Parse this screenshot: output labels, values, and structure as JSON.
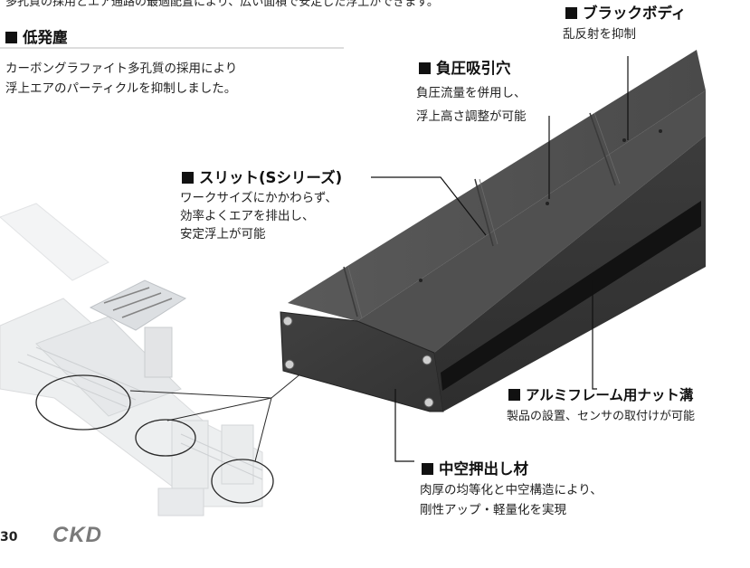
{
  "top_text": "多孔質の採用とエア通路の最適配置により、広い面積で安定した浮上ができます。",
  "low_dust": {
    "heading": "低発塵",
    "lines": [
      "カーボングラファイト多孔質の採用により",
      "浮上エアのパーティクルを抑制しました。"
    ]
  },
  "black_body": {
    "heading": "ブラックボディ",
    "lines": [
      "乱反射を抑制"
    ]
  },
  "vacuum_hole": {
    "heading": "負圧吸引穴",
    "lines": [
      "負圧流量を併用し、",
      "浮上高さ調整が可能"
    ]
  },
  "slit": {
    "heading": "スリット(Sシリーズ)",
    "lines": [
      "ワークサイズにかかわらず、",
      "効率よくエアを排出し、",
      "安定浮上が可能"
    ]
  },
  "aluminum_frame": {
    "heading": "アルミフレーム用ナット溝",
    "lines": [
      "製品の設置、センサの取付けが可能"
    ]
  },
  "hollow_extrusion": {
    "heading": "中空押出し材",
    "lines": [
      "肉厚の均等化と中空構造により、",
      "剛性アップ・軽量化を実現"
    ]
  },
  "footer": {
    "page_number": "30",
    "logo": "CKD"
  }
}
